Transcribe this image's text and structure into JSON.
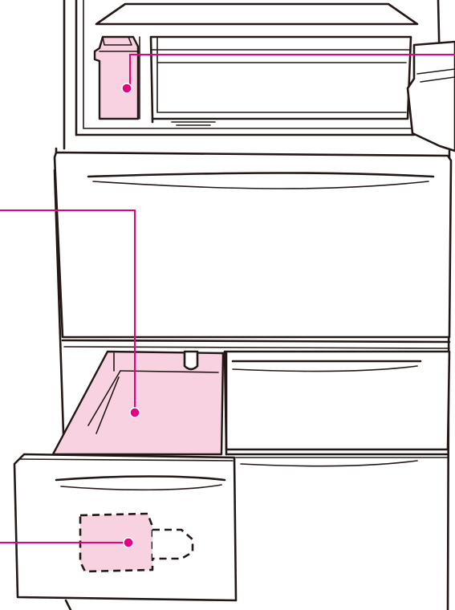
{
  "accent_color": "#e4007f",
  "highlight_color": "#f9d2e2",
  "line_color": "#231815",
  "callouts": [
    {
      "id": "ice-tray",
      "icon": "callout-dot"
    },
    {
      "id": "freezer-pan",
      "icon": "callout-dot"
    },
    {
      "id": "drawer-front-part",
      "icon": "callout-dot"
    }
  ]
}
